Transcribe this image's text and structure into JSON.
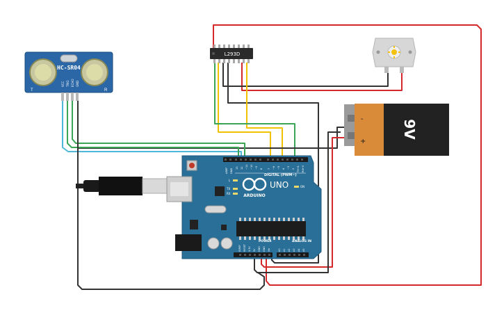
{
  "sensor": {
    "label": "HC-SR04",
    "pins": [
      "VCC",
      "TRIG",
      "ECHO",
      "GND"
    ],
    "left_mark": "T",
    "right_mark": "R"
  },
  "driver": {
    "label": "L293D"
  },
  "battery": {
    "label": "9V",
    "minus": "-",
    "plus": "+"
  },
  "arduino": {
    "brand": "ARDUINO",
    "model": "UNO",
    "digital_label": "DIGITAL (PWM~)",
    "power_label": "POWER",
    "analog_label": "ANALOG IN",
    "top_pins": [
      "AREF",
      "GND",
      "13",
      "12",
      "~11",
      "~10",
      "~9",
      "8",
      "7",
      "~6",
      "~5",
      "4",
      "~3",
      "2",
      "TX→1",
      "RX←0"
    ],
    "power_pins": [
      "IOREF",
      "RESET",
      "3.3V",
      "5V",
      "GND",
      "GND",
      "Vin"
    ],
    "analog_pins": [
      "A0",
      "A1",
      "A2",
      "A3",
      "A4",
      "A5"
    ],
    "leds": [
      "L",
      "TX",
      "RX",
      "ON"
    ]
  },
  "colors": {
    "board": "#2a6f97",
    "wire_red": "#d62828",
    "wire_black": "#333333",
    "wire_yellow": "#f2c200",
    "wire_green": "#3aa655",
    "wire_cyan": "#4fb8d9",
    "battery_orange": "#d98b3a"
  }
}
